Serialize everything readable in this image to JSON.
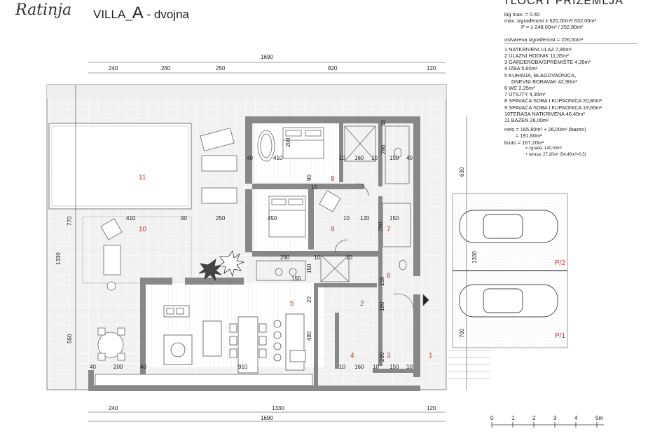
{
  "header": {
    "signature": "Ratinja",
    "title_prefix": "VILLA_",
    "title_letter": "A",
    "title_suffix": " - dvojna",
    "plan_title": "TLOCRT PRIZEMLJA"
  },
  "legend": {
    "lines": [
      "kig max. = 0.40",
      "max. izgrađenost ± 620,00m²/ 632,00m²",
      "P = ± 248,00m² / 252,80m²",
      "ostvarena izgrađenost = 226,00m²",
      "1 NATKRIVENI ULAZ 7,95m²",
      "2 ULAZNI HODNIK 11,35m²",
      "3 GARDEROBA/SPREMIŠTE 4,35m²",
      "4 IZBA 5,60m²",
      "5 KUHINJA, BLAGOVAONICA,",
      "DNEVNI BORAVAK 42,90m²",
      "6 WC 2,25m²",
      "7 UTILITY 4,35m²",
      "8 SPAVAĆA SOBA I KUPAONICA 20,80m²",
      "9 SPAVAĆA SOBA I KUPAONICA 19,65m²",
      "10TERASA NATKRIVENA 46,40m²",
      "11 BAZEN 26,00m²",
      "neto = 165,60m² + 26,00m² (bazen)",
      "= 191,60m²",
      "bruto = 167,20m²",
      "= zgrada: 140,00m²",
      "+ terasa: 27,20m² (54,40m²×0,5)"
    ]
  },
  "dimensions": {
    "top_total": "1690",
    "top_parts": [
      "240",
      "260",
      "250",
      "820",
      "120"
    ],
    "bottom_total": "1690",
    "bottom_parts": [
      "240",
      "1330",
      "120"
    ],
    "left": [
      "770",
      "1330",
      "560"
    ],
    "right": [
      "630",
      "1330",
      "700"
    ],
    "inner": [
      "410",
      "200",
      "10",
      "160",
      "10",
      "150",
      "40",
      "290",
      "40",
      "40",
      "90",
      "10",
      "450",
      "150",
      "120",
      "10",
      "290",
      "410",
      "90",
      "250",
      "290",
      "150",
      "10",
      "10",
      "150",
      "20",
      "180",
      "480",
      "910",
      "40",
      "200",
      "40",
      "10",
      "160",
      "150",
      "10",
      "10",
      "290",
      "150"
    ]
  },
  "rooms": [
    "1",
    "2",
    "3",
    "4",
    "5",
    "6",
    "7",
    "8",
    "9",
    "10",
    "11"
  ],
  "parking": [
    "P/2",
    "P/1"
  ],
  "scale": {
    "ticks": [
      "0",
      "1",
      "2",
      "3",
      "4",
      "5m"
    ]
  }
}
